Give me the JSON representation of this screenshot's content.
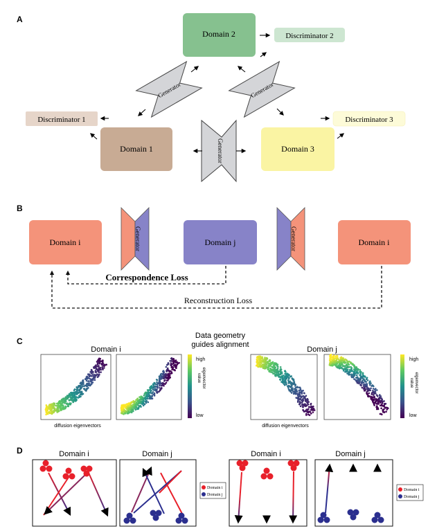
{
  "panels": {
    "a": "A",
    "b": "B",
    "c": "C",
    "d": "D"
  },
  "panel_a": {
    "domain1": "Domain 1",
    "domain2": "Domain 2",
    "domain3": "Domain 3",
    "disc1": "Discriminator 1",
    "disc2": "Discriminator 2",
    "disc3": "Discriminator 3",
    "generator": "Generator",
    "colors": {
      "domain1": "#c8ab94",
      "domain2": "#86c18f",
      "domain3": "#faf4a3",
      "disc1": "#e6d5c9",
      "disc2": "#cde6d1",
      "disc3": "#fdfbd8",
      "generator": "#d4d5d8"
    }
  },
  "panel_b": {
    "domain_i_left": "Domain i",
    "domain_j": "Domain j",
    "domain_i_right": "Domain i",
    "generator": "Generator",
    "correspondence_loss": "Correspondence Loss",
    "reconstruction_loss": "Reconstruction Loss",
    "colors": {
      "domain_i": "#f4937a",
      "domain_j": "#8783c8"
    }
  },
  "panel_c": {
    "title_center": "Data geometry guides alignment",
    "title_center_line1": "Data geometry",
    "title_center_line2": "guides alignment",
    "domain_i": "Domain i",
    "domain_j": "Domain j",
    "xlabel_left": "diffusion eigenvectors",
    "xlabel_right": "diffusion eigenvectors",
    "colorbar_high": "high",
    "colorbar_low": "low",
    "colorbar_label": "eigenvector value",
    "colorbar_label_line1": "eigenvector",
    "colorbar_label_line2": "value",
    "colormap": [
      "#440154",
      "#3b528b",
      "#21918c",
      "#5ec962",
      "#fde725"
    ]
  },
  "panel_d": {
    "plot1_title": "Domain i",
    "plot2_title": "Domain j",
    "plot3_title": "Domain i",
    "plot4_title": "Domain j",
    "legend_domain_i": "Domain i",
    "legend_domain_j": "Domain j",
    "colors": {
      "red": "#e8202a",
      "blue": "#2b2f8f"
    }
  }
}
